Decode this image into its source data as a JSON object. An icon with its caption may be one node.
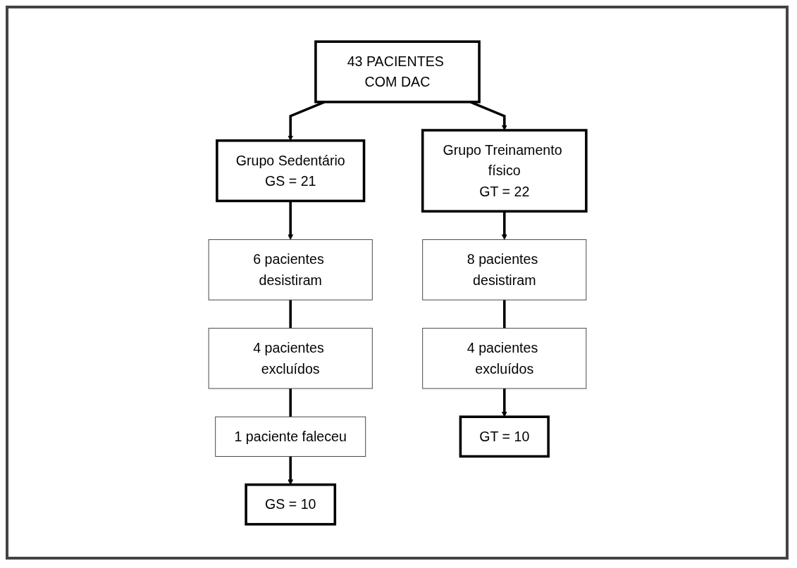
{
  "diagram": {
    "nodes": [
      {
        "text": [
          "43 PACIENTES COM DAC"
        ]
      },
      {
        "text": [
          "Grupo Sedentário",
          "GS = 21"
        ]
      },
      {
        "text": [
          "Grupo Treinamento físico",
          "GT = 22"
        ]
      },
      {
        "text": [
          "6 pacientes desistiram"
        ]
      },
      {
        "text": [
          "4 pacientes excluídos"
        ]
      },
      {
        "text": [
          "1 paciente faleceu"
        ]
      },
      {
        "text": [
          "GS = 10"
        ]
      },
      {
        "text": [
          "8 pacientes desistiram"
        ]
      },
      {
        "text": [
          "4 pacientes excluídos"
        ]
      },
      {
        "text": [
          "GT = 10"
        ]
      }
    ],
    "edges": [
      {
        "from": 0,
        "to": 1,
        "arrow": "to"
      },
      {
        "from": 0,
        "to": 2,
        "arrow": "to"
      },
      {
        "from": 1,
        "to": 3,
        "arrow": "to"
      },
      {
        "from": 3,
        "to": 4,
        "arrow": "none"
      },
      {
        "from": 4,
        "to": 5,
        "arrow": "none"
      },
      {
        "from": 5,
        "to": 6,
        "arrow": "to"
      },
      {
        "from": 2,
        "to": 7,
        "arrow": "to"
      },
      {
        "from": 7,
        "to": 8,
        "arrow": "none"
      },
      {
        "from": 8,
        "to": 9,
        "arrow": "to"
      }
    ]
  }
}
